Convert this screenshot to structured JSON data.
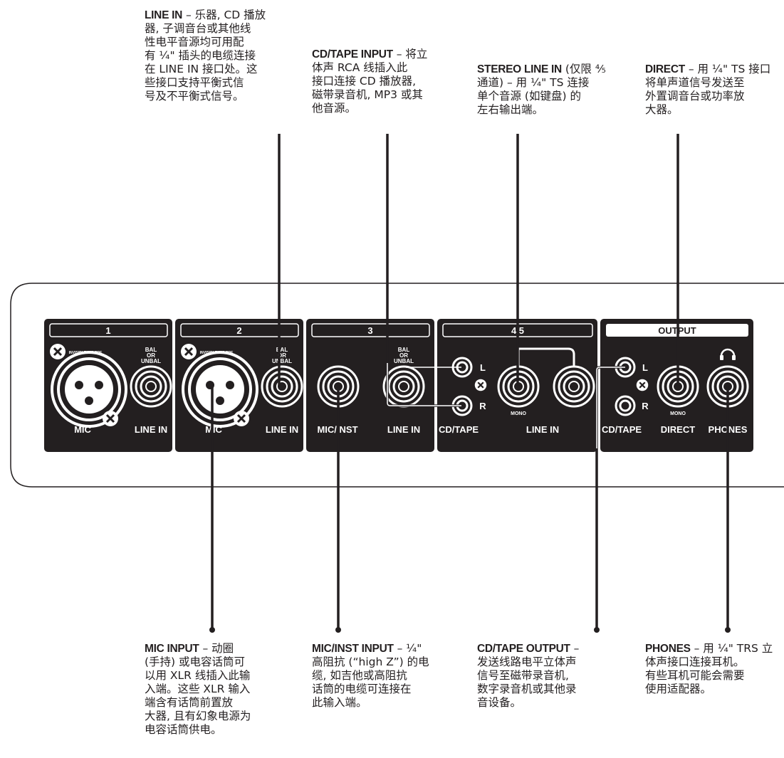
{
  "colors": {
    "panel": "#231f20",
    "line": "#231f20",
    "background": "#ffffff",
    "text": "#231f20"
  },
  "callouts": {
    "line_in": {
      "keyword": "LINE IN",
      "text": " – 乐器, CD 播放\n器, 子调音台或其他线\n性电平音源均可用配\n有 ¼\" 插头的电缆连接\n在 LINE IN 接口处。这\n些接口支持平衡式信\n号及不平衡式信号。"
    },
    "cd_tape_input": {
      "keyword": "CD/TAPE INPUT",
      "text": " – 将立\n体声 RCA 线插入此\n接口连接 CD 播放器,\n磁带录音机, MP3 或其\n他音源。"
    },
    "stereo_line_in": {
      "keyword": "STEREO LINE IN",
      "text": " (仅限 ⁴⁄₅\n通道) – 用 ¼\" TS 连接\n单个音源 (如键盘) 的\n左右输出端。"
    },
    "direct": {
      "keyword": "DIRECT",
      "text": " – 用 ¼\" TS 接口\n将单声道信号发送至\n外置调音台或功率放\n大器。"
    },
    "mic_input": {
      "keyword": "MIC INPUT",
      "text": " – 动圈\n(手持) 或电容话筒可\n以用 XLR 线插入此输\n入端。这些 XLR 输入\n端含有话筒前置放\n大器, 且有幻象电源为\n电容话筒供电。"
    },
    "mic_inst_input": {
      "keyword": "MIC/INST INPUT",
      "text": " – ¼\"\n高阻抗 (“high Z”) 的电\n缆, 如吉他或高阻抗\n话筒的电缆可连接在\n此输入端。"
    },
    "cd_tape_output": {
      "keyword": "CD/TAPE OUTPUT",
      "text": " –\n发送线路电平立体声\n信号至磁带录音机,\n数字录音机或其他录\n音设备。"
    },
    "phones": {
      "keyword": "PHONES",
      "text": " – 用 ¼\" TRS 立\n体声接口连接耳机。\n有些耳机可能会需要\n使用适配器。"
    }
  },
  "panel": {
    "sections": {
      "ch1": "1",
      "ch2": "2",
      "ch3": "3",
      "ch45": "4/5",
      "output": "OUTPUT"
    },
    "labels": {
      "mic": "MIC",
      "line_in": "LINE IN",
      "mic_inst": "MIC/INST",
      "cd_tape": "CD/TAPE",
      "direct": "DIRECT",
      "phones": "PHONES",
      "mono": "MONO",
      "bal": "BAL",
      "or": "OR",
      "unbal": "UNBAL",
      "l": "L",
      "r": "R",
      "invisible_mic_pre": "INVISIBLE MIC PRE"
    }
  }
}
